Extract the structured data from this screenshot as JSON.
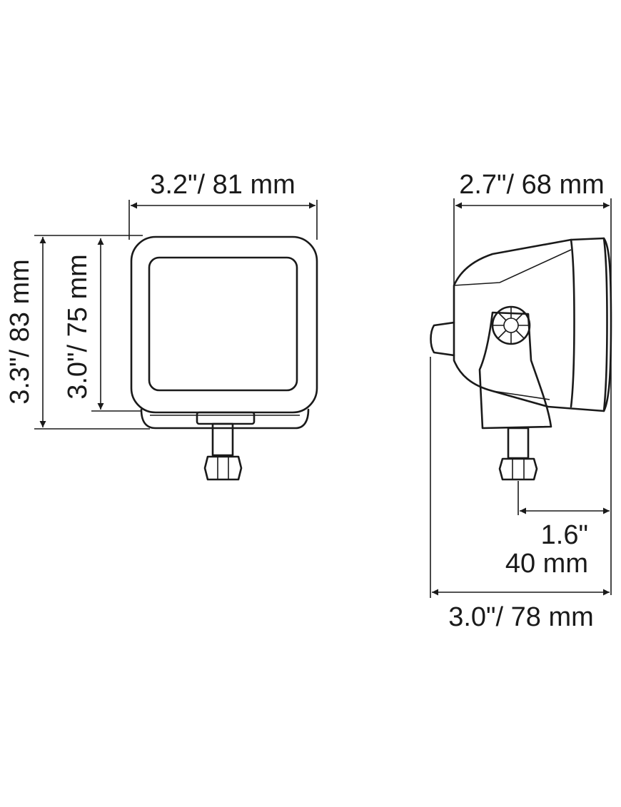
{
  "front_view": {
    "width_label": "3.2\"/ 81 mm",
    "overall_height_label": "3.3\"/ 83 mm",
    "housing_height_label": "3.0\"/ 75 mm"
  },
  "side_view": {
    "depth_label": "2.7\"/ 68 mm",
    "bolt_offset_label_line1": "1.6\"",
    "bolt_offset_label_line2": "40 mm",
    "overall_depth_label": "3.0\"/ 78 mm"
  },
  "colors": {
    "ink": "#1a1a1a",
    "background": "#ffffff"
  }
}
